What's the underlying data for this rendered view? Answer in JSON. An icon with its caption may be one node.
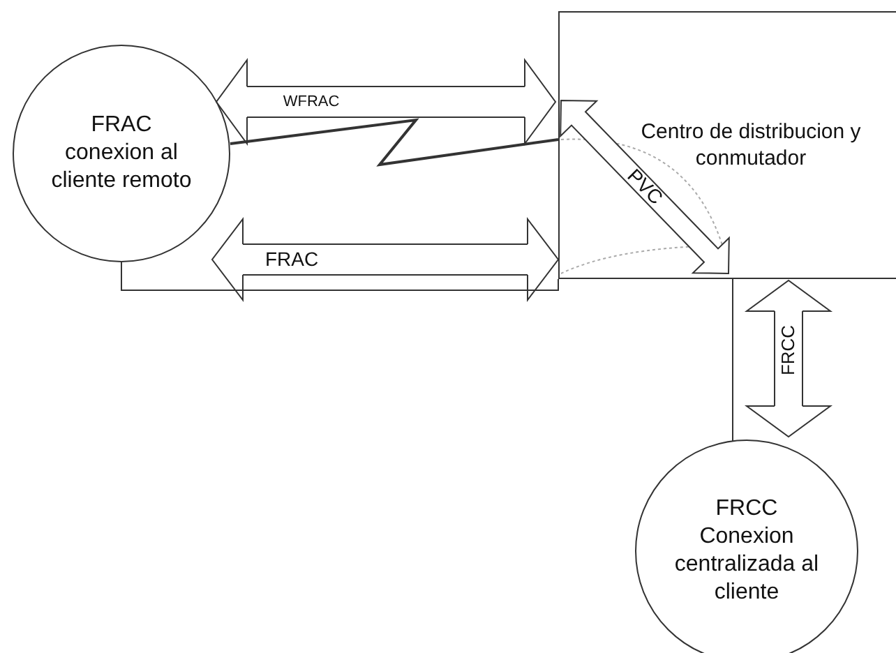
{
  "diagram": {
    "nodes": [
      {
        "text": [
          "FRAC",
          "conexion al cliente remoto"
        ]
      },
      {
        "text": [
          "Centro de distribucion y conmutador"
        ]
      },
      {
        "text": [
          "FRCC",
          "Conexion centralizada al cliente"
        ]
      }
    ],
    "edges": [
      {
        "from": 0,
        "to": 1,
        "arrow": "both",
        "label": "WFRAC",
        "style": "thick"
      },
      {
        "from": 0,
        "to": 1,
        "arrow": "none"
      },
      {
        "from": 0,
        "to": 1,
        "arrow": "both",
        "label": "FRAC",
        "style": "thick"
      },
      {
        "from": 0,
        "to": 1,
        "arrow": "none"
      },
      {
        "from": 1,
        "to": 2,
        "arrow": "both",
        "label": "FRCC",
        "style": "thick"
      },
      {
        "from": 1,
        "to": 2,
        "arrow": "none"
      }
    ],
    "labels": [
      "PVC"
    ]
  }
}
